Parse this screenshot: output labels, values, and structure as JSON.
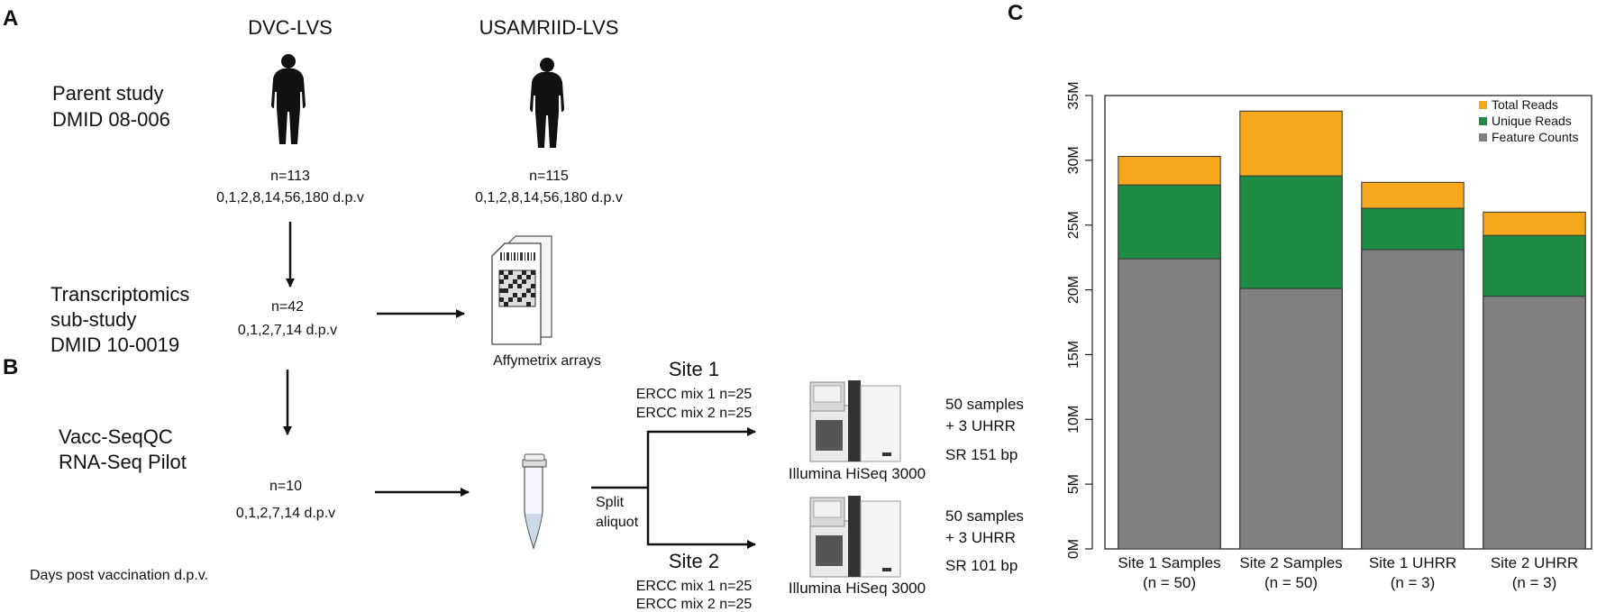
{
  "panels": {
    "a": "A",
    "b": "B",
    "c": "C"
  },
  "columns": {
    "left": "DVC-LVS",
    "right": "USAMRIID-LVS"
  },
  "parent_study": {
    "line1": "Parent study",
    "line2": "DMID 08-006"
  },
  "parent_left": {
    "n": "n=113",
    "days": "0,1,2,8,14,56,180 d.p.v"
  },
  "parent_right": {
    "n": "n=115",
    "days": "0,1,2,8,14,56,180 d.p.v"
  },
  "transcriptomics": {
    "line1": "Transcriptomics",
    "line2": "sub-study",
    "line3": "DMID 10-0019",
    "n": "n=42",
    "days": "0,1,2,7,14 d.p.v"
  },
  "affymetrix_label": "Affymetrix arrays",
  "vacc": {
    "line1": "Vacc-SeqQC",
    "line2": "RNA-Seq Pilot",
    "n": "n=10",
    "days": "0,1,2,7,14 d.p.v"
  },
  "split": {
    "line1": "Split",
    "line2": "aliquot"
  },
  "site1": {
    "title": "Site 1",
    "mix1": "ERCC mix 1 n=25",
    "mix2": "ERCC mix 2 n=25",
    "instrument": "Illumina HiSeq 3000",
    "samples": "50 samples",
    "uhrr": "+ 3 UHRR",
    "sr": "SR 151 bp"
  },
  "site2": {
    "title": "Site 2",
    "mix1": "ERCC mix 1 n=25",
    "mix2": "ERCC mix 2 n=25",
    "instrument": "Illumina HiSeq 3000",
    "samples": "50 samples",
    "uhrr": "+ 3 UHRR",
    "sr": "SR 101 bp"
  },
  "footnote": "Days post vaccination d.p.v.",
  "icons": [
    "human-silhouette-icon",
    "microarray-chip-icon",
    "sample-tube-icon",
    "sequencer-icon"
  ],
  "chart_data": {
    "type": "bar",
    "stacked_overlay": true,
    "categories": [
      {
        "line1": "Site 1 Samples",
        "line2": "(n = 50)"
      },
      {
        "line1": "Site 2 Samples",
        "line2": "(n = 50)"
      },
      {
        "line1": "Site 1 UHRR",
        "line2": "(n = 3)"
      },
      {
        "line1": "Site 2 UHRR",
        "line2": "(n = 3)"
      }
    ],
    "series": [
      {
        "name": "Total Reads",
        "color": "#f8a81c",
        "values": [
          30.3,
          33.8,
          28.3,
          26.0
        ]
      },
      {
        "name": "Unique Reads",
        "color": "#1e8c44",
        "values": [
          28.1,
          28.8,
          26.3,
          24.2
        ]
      },
      {
        "name": "Feature Counts",
        "color": "#808080",
        "values": [
          22.4,
          20.1,
          23.1,
          19.5
        ]
      }
    ],
    "ylim": [
      0,
      35
    ],
    "yticks": [
      0,
      5,
      10,
      15,
      20,
      25,
      30,
      35
    ],
    "ytick_labels": [
      "0M",
      "5M",
      "10M",
      "15M",
      "20M",
      "25M",
      "30M",
      "35M"
    ],
    "legend_position": "top-right",
    "grid": false
  }
}
